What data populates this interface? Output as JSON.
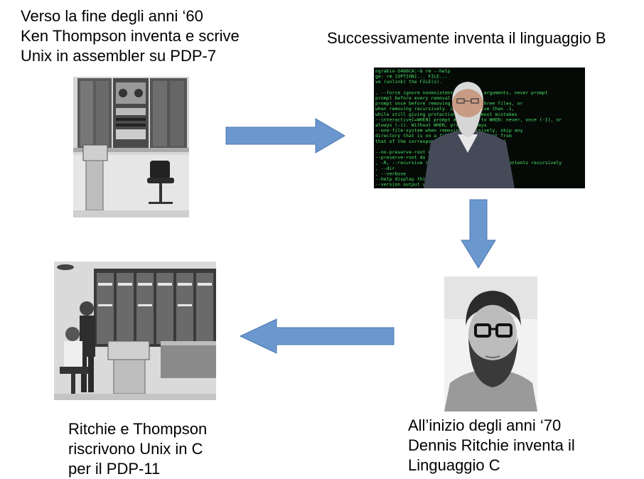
{
  "captions": {
    "pdp7": [
      "Verso la fine degli anni ‘60",
      "Ken Thompson inventa e scrive",
      "Unix in assembler su PDP-7"
    ],
    "language_b": [
      "Successivamente inventa il linguaggio B"
    ],
    "language_c": [
      "All’inizio degli anni ‘70",
      "Dennis Ritchie  inventa il",
      "Linguaggio C"
    ],
    "pdp11": [
      "Ritchie e Thompson",
      "riscrivono Unix in C",
      "per il PDP-11"
    ]
  },
  "terminal_lines": [
    "ngrabio-S460CA:~$ rm --help",
    "ge: rm [OPTION]... FILE...",
    "ve (unlink) the FILE(s).",
    "",
    ", --force          ignore nonexistent files and arguments, never prompt",
    "                   prompt before every removal",
    "                   prompt once before removing more than three files, or",
    "                   when removing recursively.  Less intrusive than -i,",
    "                   while still giving protection against most mistakes",
    "  --interactive[=WHEN]  prompt according to WHEN: never, once (-I), or",
    "                   always (-i).  Without WHEN, prompt always",
    "  --one-file-system  when removing recursively, skip any",
    "                   directory that is on a file system different from",
    "                   that of the corresponding command line argument",
    "",
    "  --no-preserve-root  do not treat '/' specially",
    "  --preserve-root  do not remove '/' (default)",
    ", -R, --recursive  remove directories and their contents recursively",
    ", --dir",
    ", --verbose",
    "  --help     display this help and exit",
    "  --version  output version information and exit"
  ],
  "colors": {
    "arrow_fill": "#6b97cf",
    "arrow_stroke": "#4a77b0",
    "terminal_text": "#4ce36a"
  },
  "images": {
    "pdp7": "photo of the PDP-7 computer with teletype and chair",
    "thompson": "photo of Ken Thompson in front of a terminal screen",
    "ritchie": "black-and-white portrait of Dennis Ritchie",
    "pdp11": "photo of Ritchie and Thompson working at the PDP-11"
  }
}
